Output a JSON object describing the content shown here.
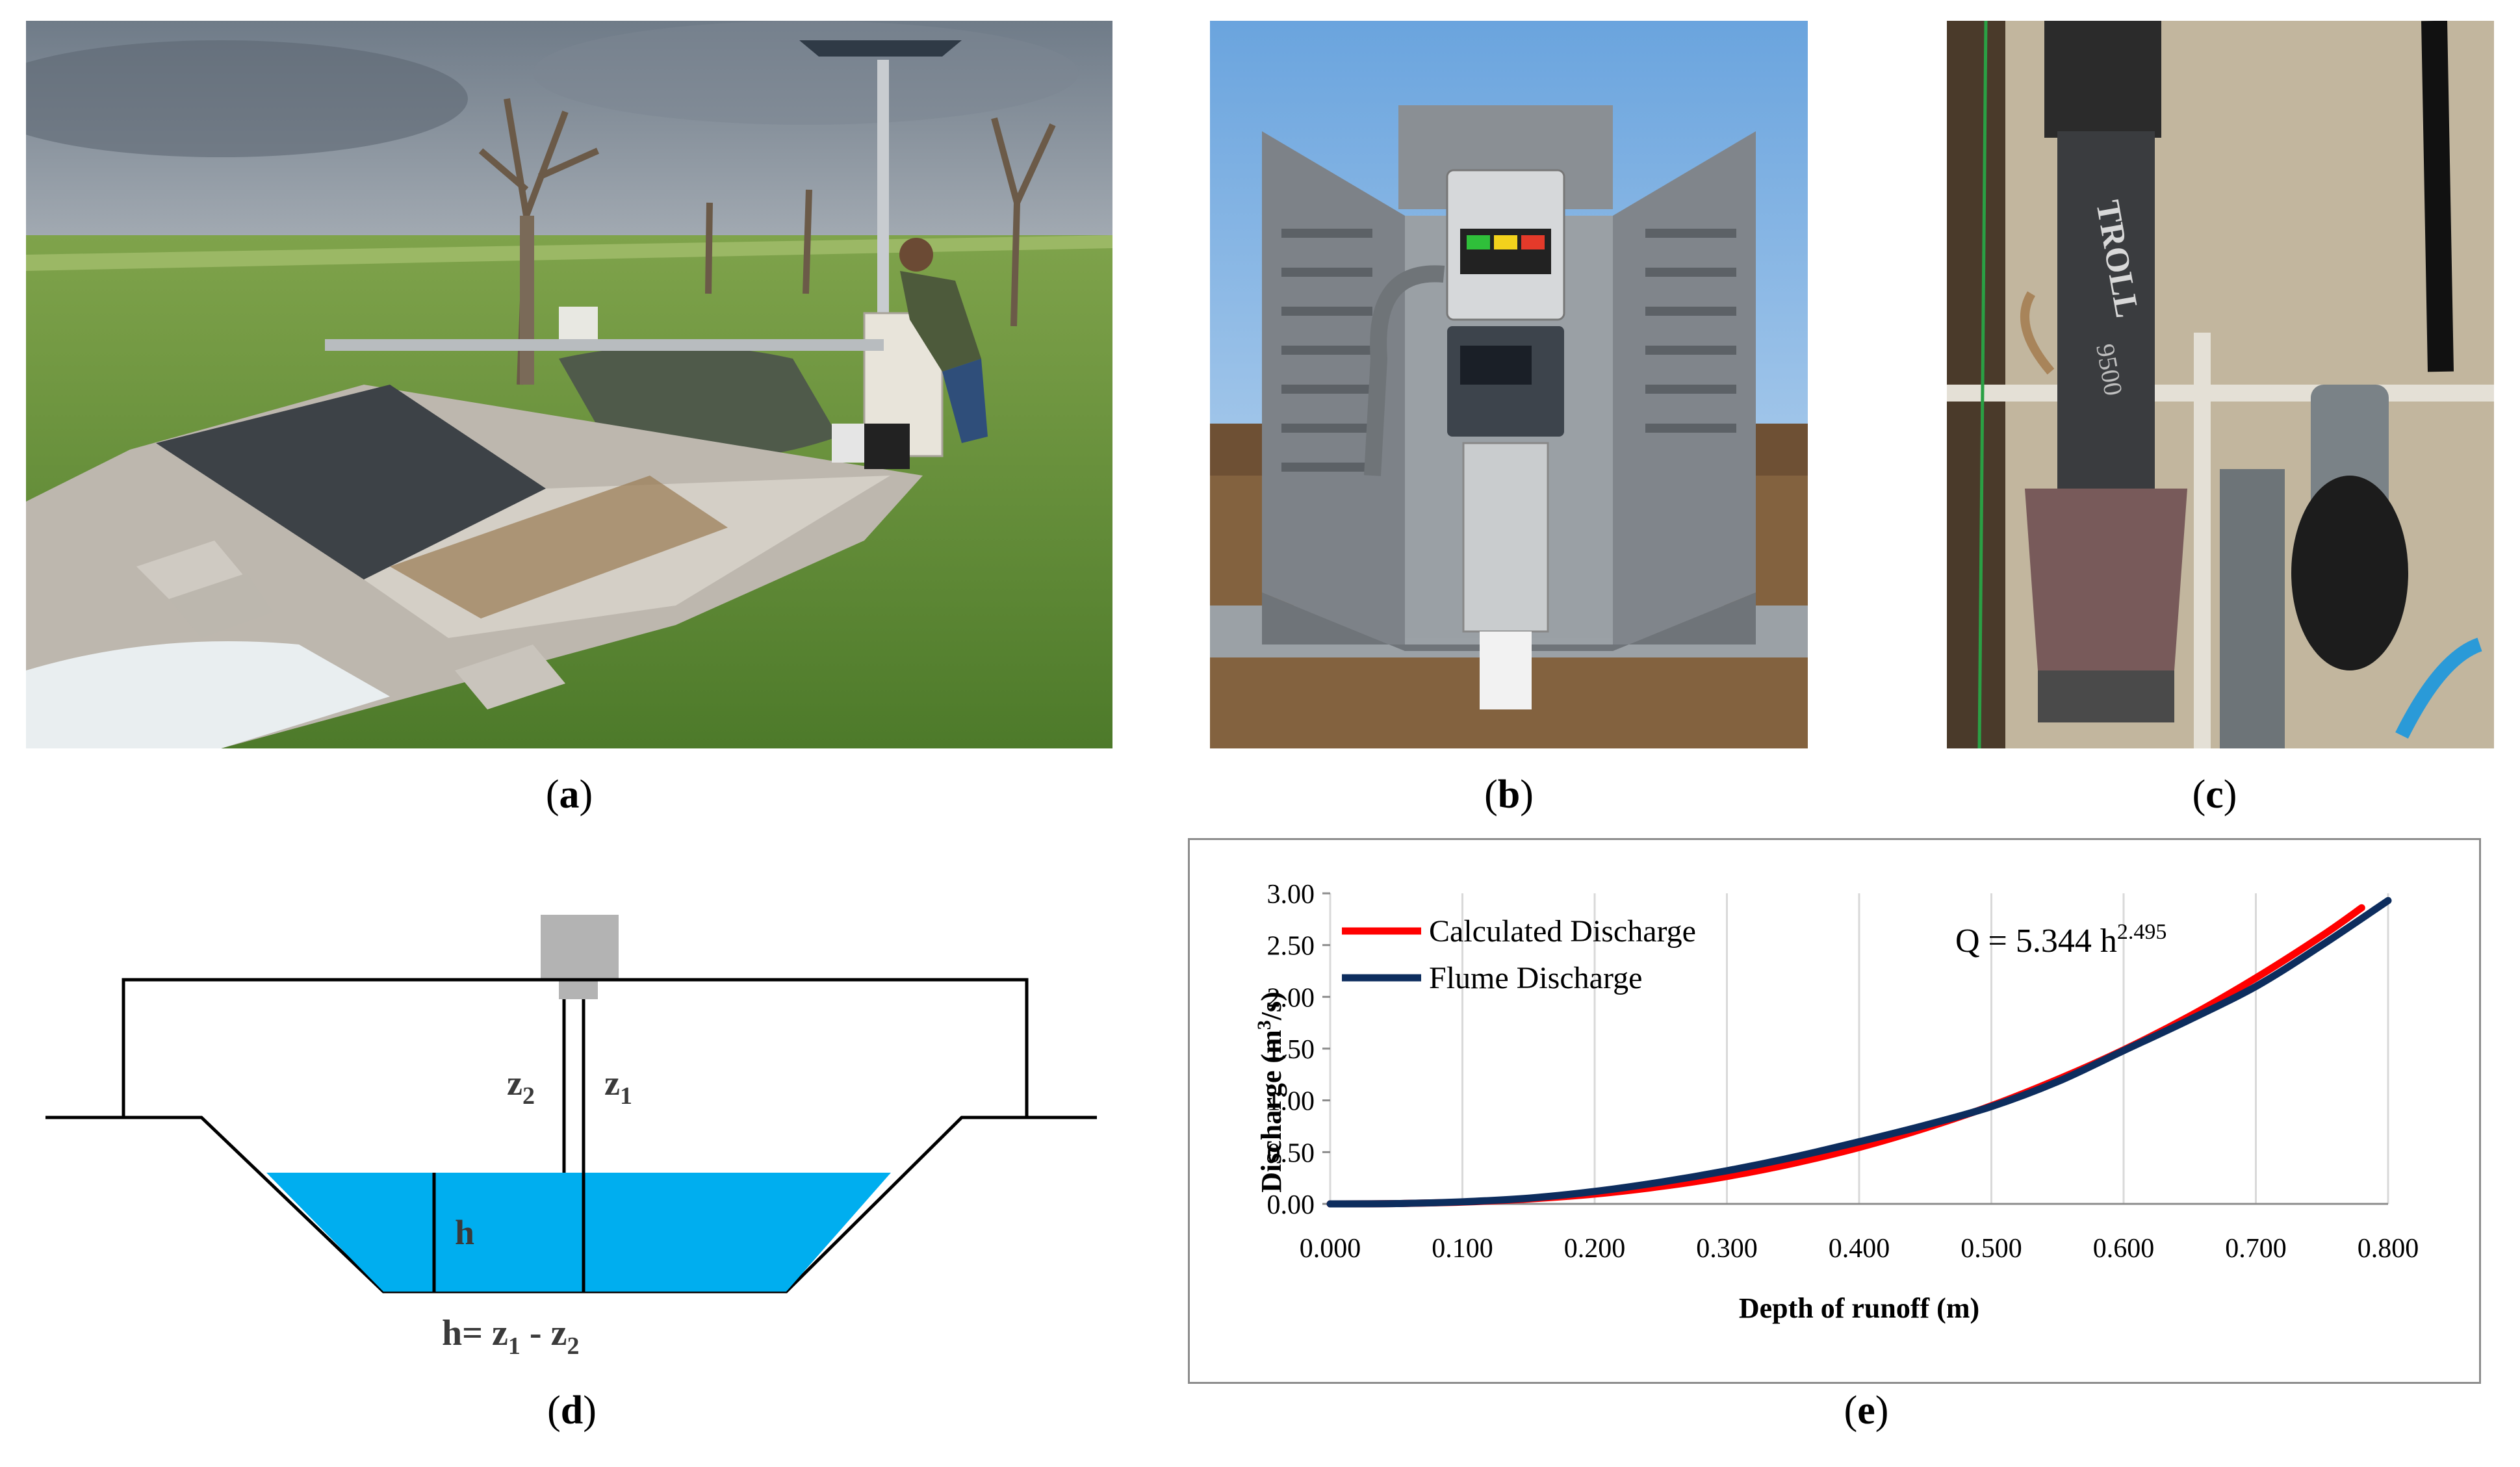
{
  "figure": {
    "captions": {
      "a_open": "(",
      "a_letter": "a",
      "a_close": ")",
      "b_open": "(",
      "b_letter": "b",
      "b_close": ")",
      "c_open": "(",
      "c_letter": "c",
      "c_close": ")",
      "d_open": "(",
      "d_letter": "d",
      "d_close": ")",
      "e_open": "(",
      "e_letter": "e",
      "e_close": ")"
    },
    "photo_c": {
      "sensor_label": "TROLL",
      "model_label": "9500"
    },
    "diagram_d": {
      "z2": "z",
      "z2_sub": "2",
      "z1": "z",
      "z1_sub": "1",
      "h": "h",
      "formula_prefix": "h= z",
      "formula_sub1": "1",
      "formula_mid": " - z",
      "formula_sub2": "2",
      "water_color": "#00AEEF"
    }
  },
  "chart_data": {
    "type": "line",
    "xlabel": "Depth of runoff (m)",
    "ylabel_main": "Discharge (m",
    "ylabel_sup": "3",
    "ylabel_end": "/s)",
    "xlim": [
      0,
      0.8
    ],
    "ylim": [
      0,
      3.0
    ],
    "x_ticks": [
      "0.000",
      "0.100",
      "0.200",
      "0.300",
      "0.400",
      "0.500",
      "0.600",
      "0.700",
      "0.800"
    ],
    "y_ticks": [
      "0.00",
      "0.50",
      "1.00",
      "1.50",
      "2.00",
      "2.50",
      "3.00"
    ],
    "grid": "vertical",
    "legend_position": "top-left",
    "annotation": {
      "text": "Q = 5.344 h",
      "sup": "2.495"
    },
    "series": [
      {
        "name": "Calculated Discharge",
        "color": "#FF0000",
        "x": [
          0.0,
          0.05,
          0.1,
          0.15,
          0.2,
          0.25,
          0.3,
          0.35,
          0.4,
          0.45,
          0.5,
          0.55,
          0.6,
          0.65,
          0.7,
          0.75,
          0.78
        ],
        "y": [
          0.0,
          0.003,
          0.017,
          0.047,
          0.095,
          0.168,
          0.265,
          0.391,
          0.545,
          0.732,
          0.948,
          1.202,
          1.488,
          1.814,
          2.183,
          2.59,
          2.86
        ]
      },
      {
        "name": "Flume Discharge",
        "color": "#0D2D5E",
        "x": [
          0.0,
          0.05,
          0.1,
          0.15,
          0.2,
          0.25,
          0.3,
          0.35,
          0.4,
          0.45,
          0.5,
          0.55,
          0.6,
          0.65,
          0.7,
          0.75,
          0.8
        ],
        "y": [
          0.0,
          0.003,
          0.02,
          0.055,
          0.12,
          0.21,
          0.32,
          0.45,
          0.6,
          0.76,
          0.94,
          1.18,
          1.48,
          1.78,
          2.1,
          2.5,
          2.93
        ]
      }
    ]
  }
}
